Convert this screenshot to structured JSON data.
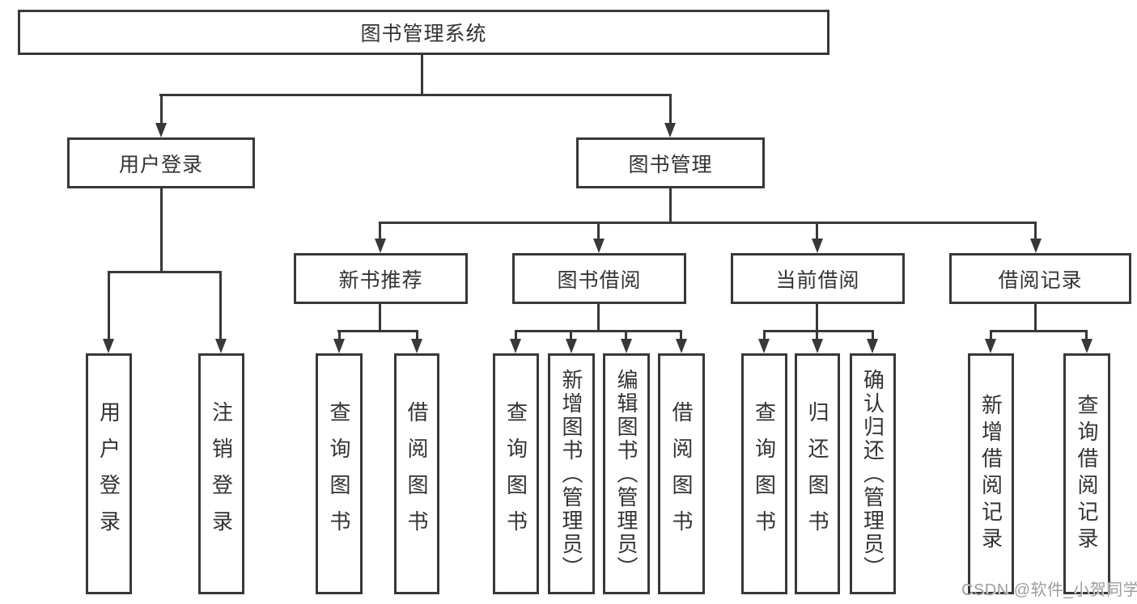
{
  "diagram": {
    "root": {
      "label": "图书管理系统"
    },
    "level2": [
      {
        "label": "用户登录"
      },
      {
        "label": "图书管理"
      }
    ],
    "level3": [
      {
        "label": "新书推荐"
      },
      {
        "label": "图书借阅"
      },
      {
        "label": "当前借阅"
      },
      {
        "label": "借阅记录"
      }
    ],
    "leaves": [
      {
        "label": "用户登录"
      },
      {
        "label": "注销登录"
      },
      {
        "label": "查询图书"
      },
      {
        "label": "借阅图书"
      },
      {
        "label": "查询图书"
      },
      {
        "label": "新增图书（管理员）"
      },
      {
        "label": "编辑图书（管理员）"
      },
      {
        "label": "借阅图书"
      },
      {
        "label": "查询图书"
      },
      {
        "label": "归还图书"
      },
      {
        "label": "确认归还（管理员）"
      },
      {
        "label": "新增借阅记录"
      },
      {
        "label": "查询借阅记录"
      }
    ]
  },
  "watermark": {
    "text": "CSDN @软件_小贺同学",
    "color": "#9d9d9d"
  },
  "colors": {
    "line": "#383838",
    "text": "#333333",
    "background": "#ffffff"
  }
}
